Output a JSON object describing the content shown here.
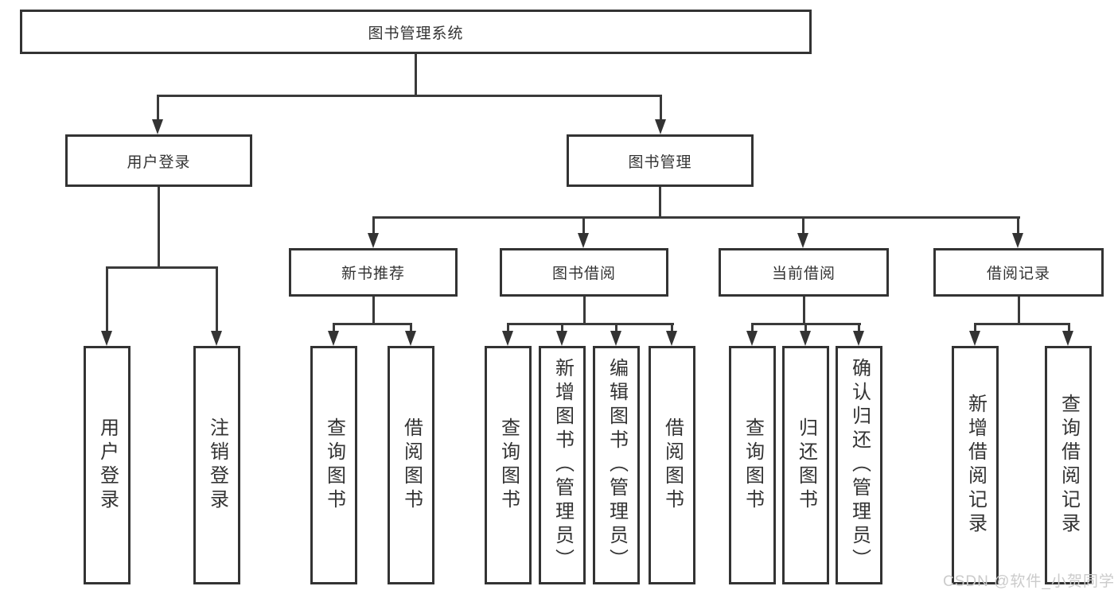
{
  "nodes": {
    "root": "图书管理系统",
    "user_login": "用户登录",
    "book_management": "图书管理",
    "new_book_recommend": "新书推荐",
    "book_borrow": "图书借阅",
    "current_borrow": "当前借阅",
    "borrow_records": "借阅记录"
  },
  "leaves": {
    "user_login": [
      "用户登录",
      "注销登录"
    ],
    "new_book_recommend": [
      "查询图书",
      "借阅图书"
    ],
    "book_borrow": [
      "查询图书",
      "新增图书（管理员）",
      "编辑图书（管理员）",
      "借阅图书"
    ],
    "current_borrow": [
      "查询图书",
      "归还图书",
      "确认归还（管理员）"
    ],
    "borrow_records": [
      "新增借阅记录",
      "查询借阅记录"
    ]
  },
  "watermark": "CSDN @软件_小贺同学",
  "colors": {
    "line": "#3a3a3a",
    "border": "#333333",
    "text": "#333333",
    "watermark": "#cbcbcb",
    "background": "#ffffff"
  }
}
